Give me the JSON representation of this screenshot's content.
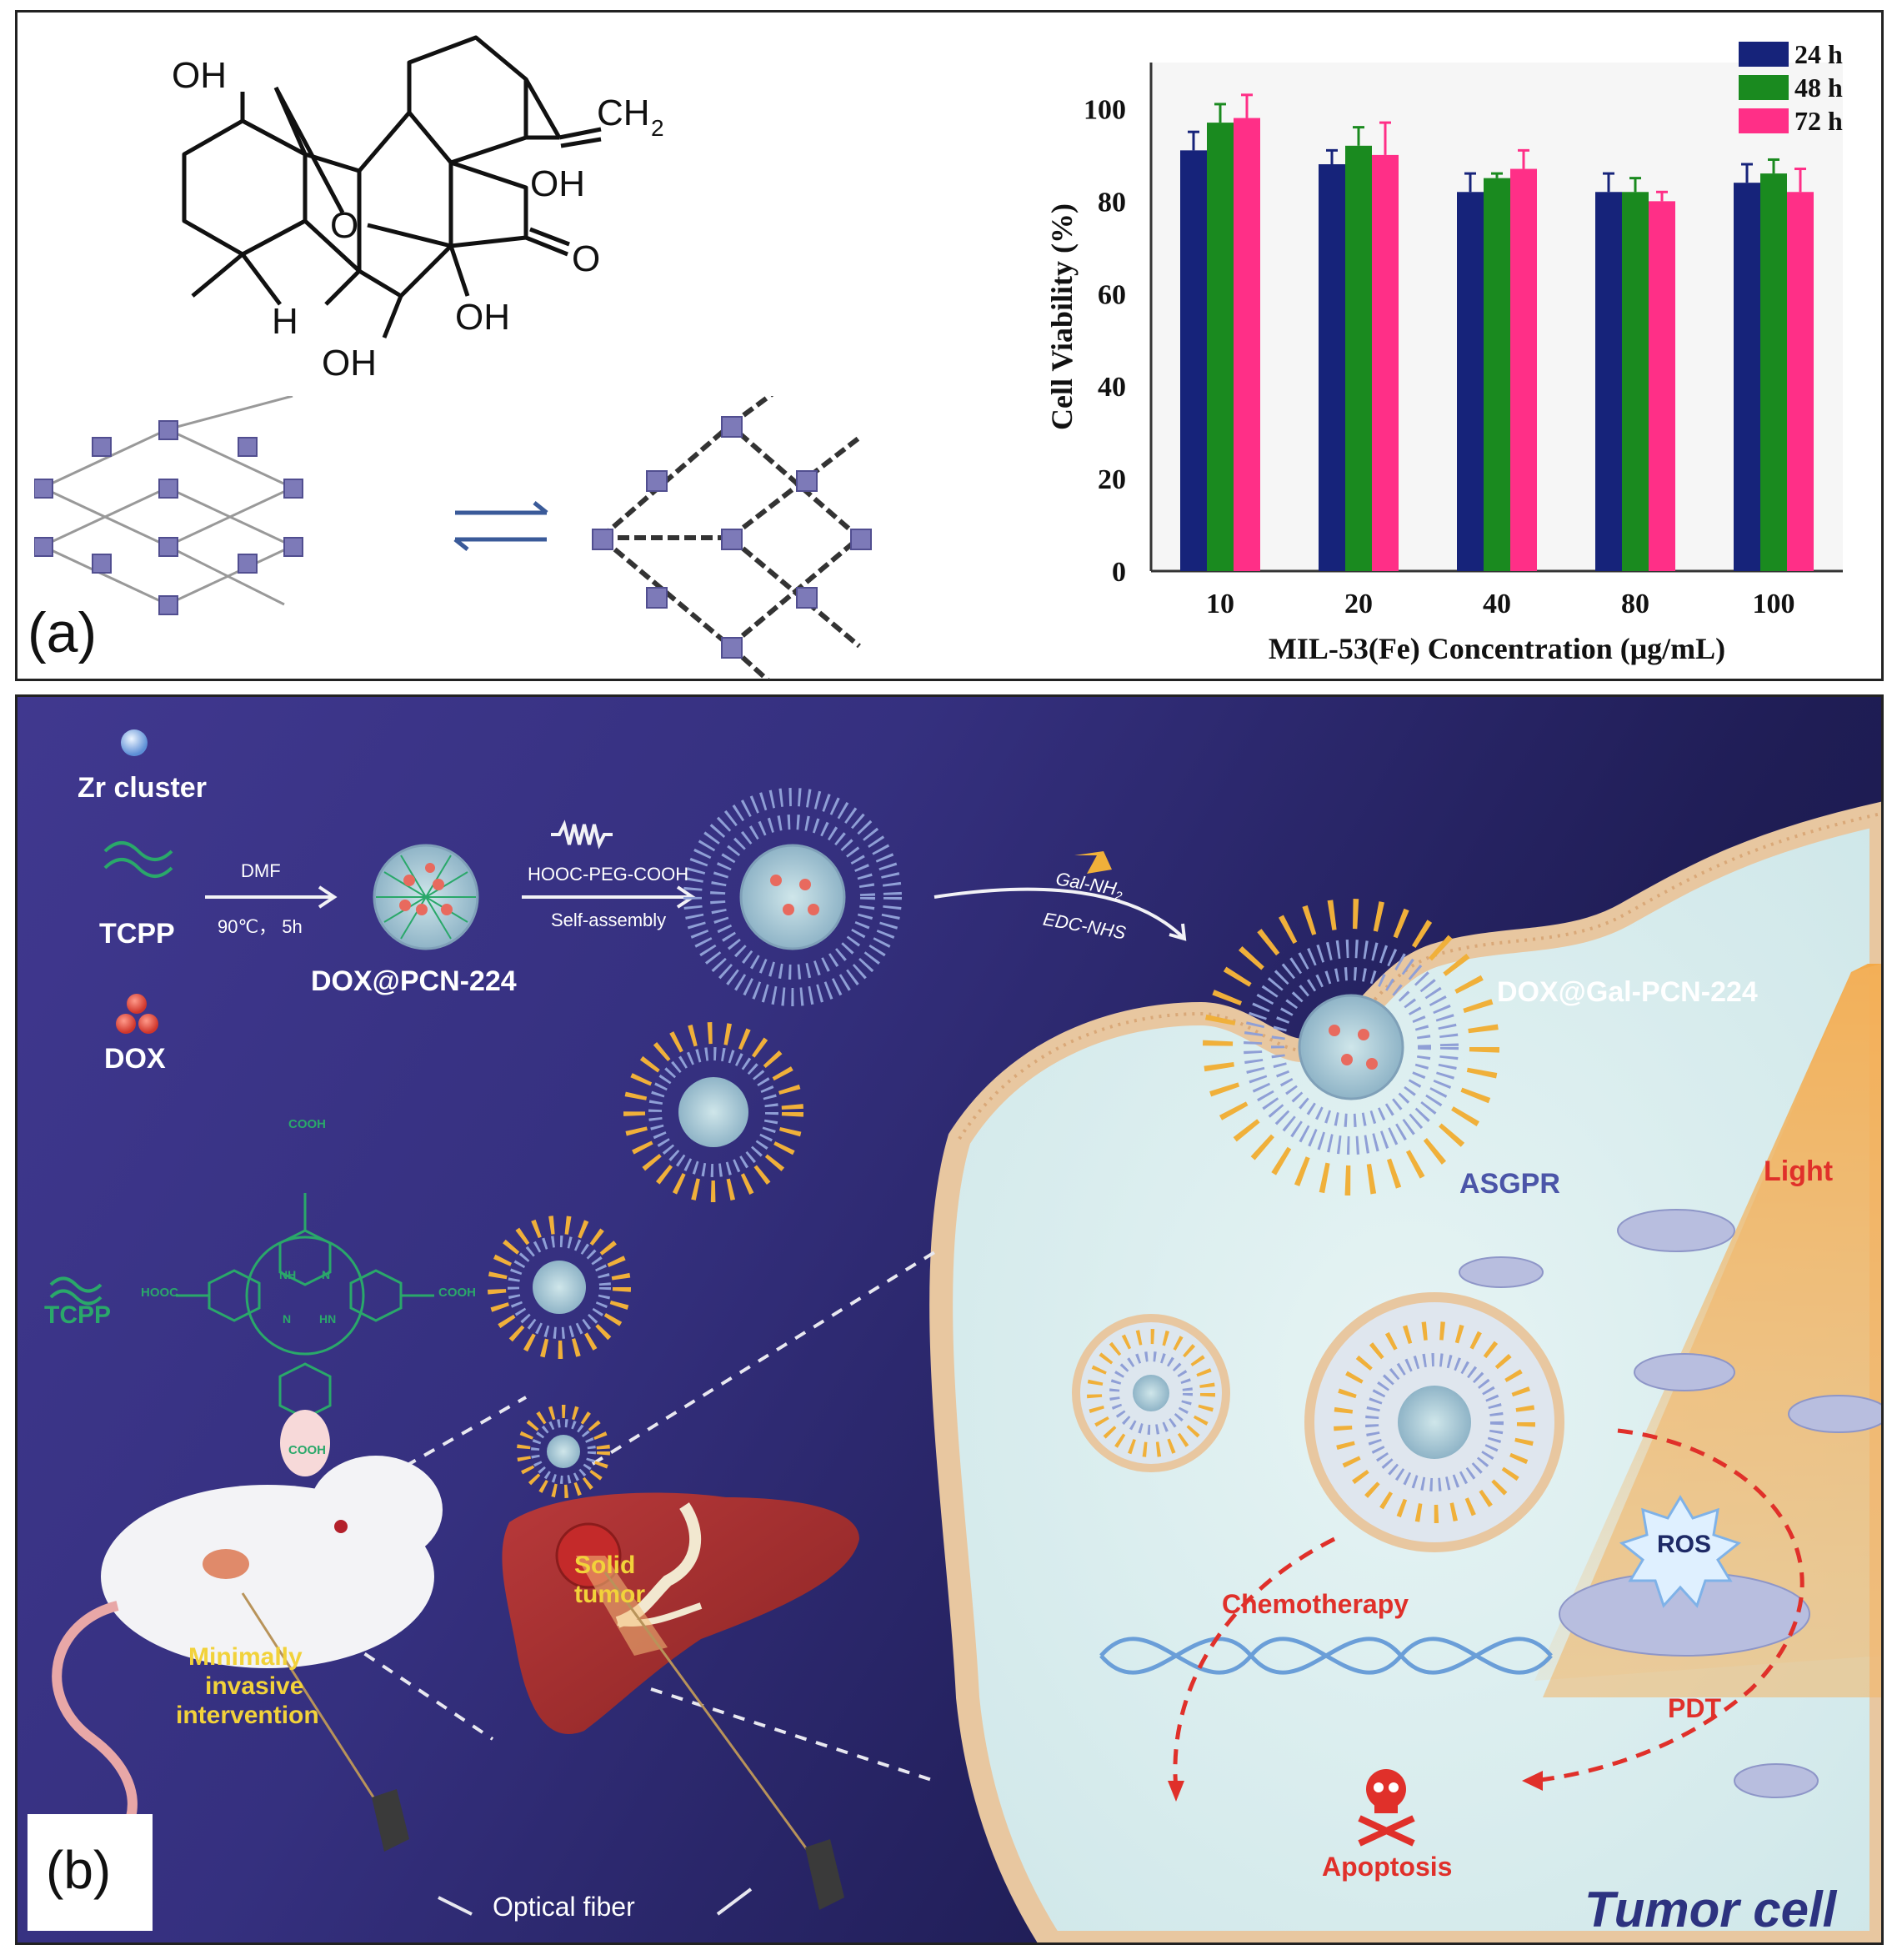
{
  "panel_a": {
    "label": "(a)",
    "molecule_labels": {
      "oh_top_left": "OH",
      "ch2": "CH",
      "ch2_sub": "2",
      "oh_right": "OH",
      "o_ring": "O",
      "o_ketone": "O",
      "h": "H",
      "oh_bottom_right": "OH",
      "oh_bottom": "OH"
    },
    "chart_data": {
      "type": "bar",
      "categories": [
        "10",
        "20",
        "40",
        "80",
        "100"
      ],
      "series": [
        {
          "name": "24 h",
          "color": "#16237a",
          "values": [
            91,
            88,
            82,
            82,
            84
          ],
          "errors": [
            4,
            3,
            4,
            4,
            4
          ]
        },
        {
          "name": "48 h",
          "color": "#1a8a1f",
          "values": [
            97,
            92,
            85,
            82,
            86
          ],
          "errors": [
            4,
            4,
            1,
            3,
            3
          ]
        },
        {
          "name": "72 h",
          "color": "#ff2f87",
          "values": [
            98,
            90,
            87,
            80,
            82
          ],
          "errors": [
            5,
            7,
            4,
            2,
            5
          ]
        }
      ],
      "yticks": [
        "0",
        "20",
        "40",
        "60",
        "80",
        "100"
      ],
      "ylim": [
        0,
        110
      ],
      "ylabel": "Cell Viability (%)",
      "xlabel": "MIL-53(Fe) Concentration (μg/mL)",
      "legend_position": "top-right"
    }
  },
  "panel_b": {
    "label": "(b)",
    "labels": {
      "zr_cluster": "Zr cluster",
      "tcpp_1": "TCPP",
      "dox_legend": "DOX",
      "dmf": "DMF",
      "conditions": "90℃， 5h",
      "dox_pcn": "DOX@PCN-224",
      "peg": "HOOC-PEG-COOH",
      "self_assembly": "Self-assembly",
      "gal_nh": "Gal-NH",
      "gal_sub": "2",
      "edc": "EDC-NHS",
      "dox_gal_pcn": "DOX@Gal-PCN-224",
      "cooh_top": "COOH",
      "cooh_bottom": "COOH",
      "hooc_left": "HOOC",
      "cooh_right": "COOH",
      "nh_1": "NH",
      "n_1": "N",
      "n_2": "N",
      "hn_1": "HN",
      "tcpp_2": "TCPP",
      "solid_tumor_1": "Solid",
      "solid_tumor_2": "tumor",
      "min_1": "Minimally",
      "min_2": "invasive",
      "min_3": "intervention",
      "optical_fiber": "Optical fiber",
      "asgpr": "ASGPR",
      "light": "Light",
      "ros": "ROS",
      "chemotherapy": "Chemotherapy",
      "pdt": "PDT",
      "apoptosis": "Apoptosis",
      "tumor_cell": "Tumor cell"
    }
  }
}
